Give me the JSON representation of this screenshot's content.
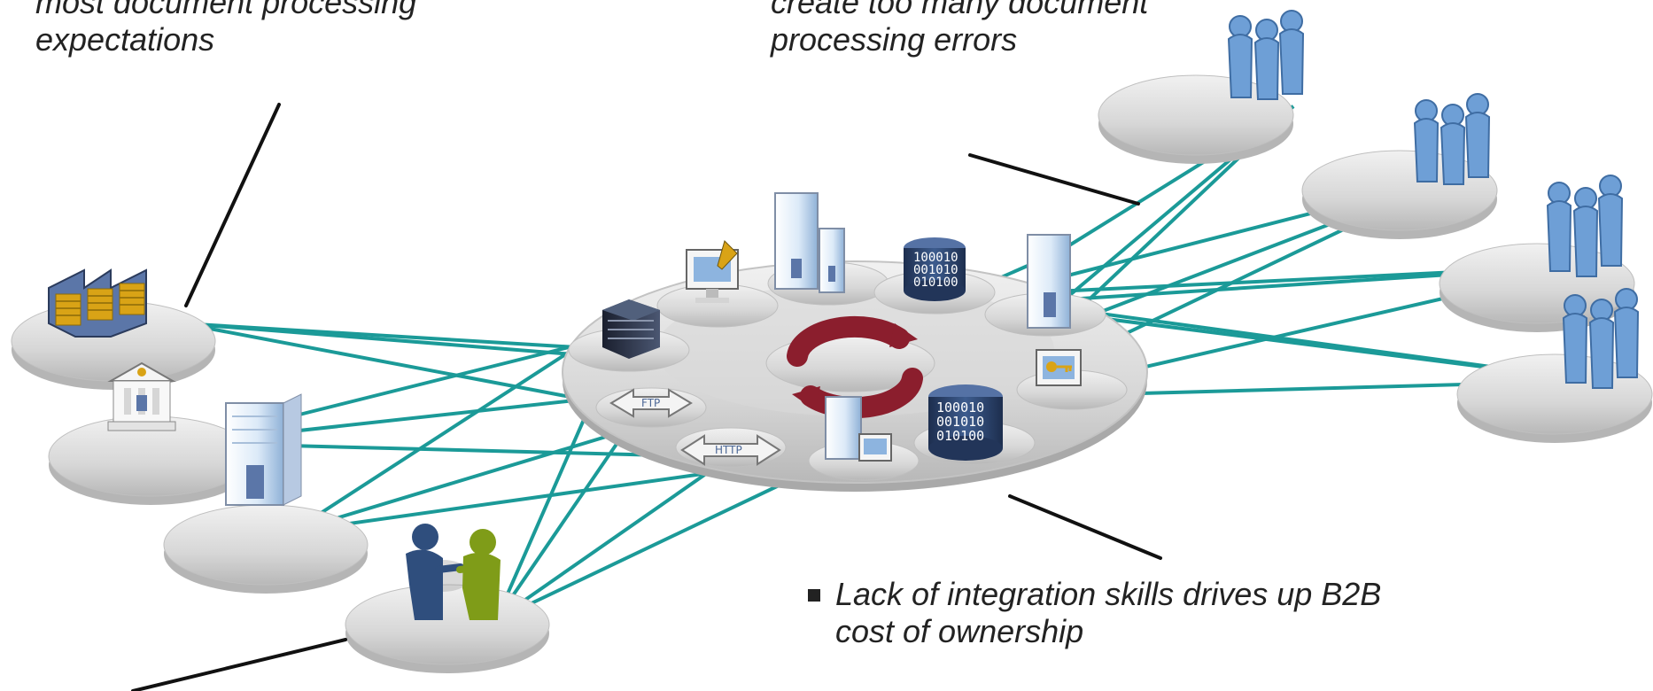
{
  "labels": {
    "top_left": [
      "most document processing",
      "expectations"
    ],
    "top_center": [
      "create too many document",
      "processing errors"
    ],
    "bottom_right": [
      "Lack of integration skills drives up B2B",
      "cost of ownership"
    ]
  },
  "icons": {
    "ftp_label": "FTP",
    "http_label": "HTTP",
    "binary_text": "100010\n001010\n010100"
  },
  "colors": {
    "connection": "#1b9a98",
    "accent_red": "#8b1e2d",
    "platform": "#cfcfcf",
    "people": "#6e9fd6"
  }
}
